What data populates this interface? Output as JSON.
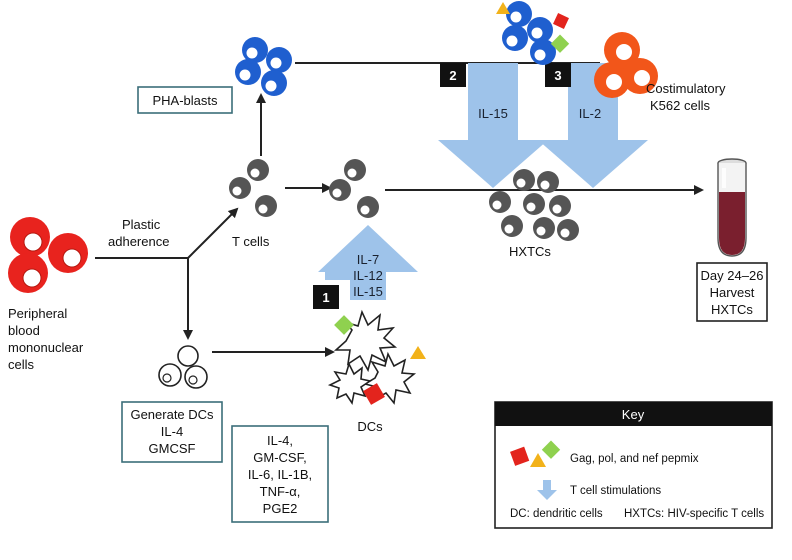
{
  "labels": {
    "pbmc": [
      "Peripheral",
      "blood",
      "mononuclear",
      "cells"
    ],
    "plastic": [
      "Plastic",
      "adherence"
    ],
    "t_cells": "T cells",
    "pha_blasts": "PHA-blasts",
    "dcs": "DCs",
    "hxtcs": "HXTCs",
    "costim": [
      "Costimulatory",
      "K562 cells"
    ],
    "harvest": [
      "Day 24–26",
      "Harvest",
      "HXTCs"
    ],
    "generate_dcs": [
      "Generate DCs",
      "IL-4",
      "GMCSF"
    ],
    "cytokines": [
      "IL-4,",
      "GM-CSF,",
      "IL-6, IL-1B,",
      "TNF-α,",
      "PGE2"
    ]
  },
  "steps": [
    {
      "number": "1",
      "cytokines": [
        "IL-7",
        "IL-12",
        "IL-15"
      ]
    },
    {
      "number": "2",
      "cytokines": [
        "IL-15"
      ]
    },
    {
      "number": "3",
      "cytokines": [
        "IL-2"
      ]
    }
  ],
  "key": {
    "title": "Key",
    "pepmix": "Gag, pol, and nef pepmix",
    "stim": "T cell stimulations",
    "dc": "DC: dendritic cells",
    "hxtc": "HXTCs: HIV-specific T cells"
  },
  "colors": {
    "red_cell": "#e8231e",
    "blue_cell": "#1f5fcf",
    "orange_cell": "#f2561a",
    "gray_cell": "#555555",
    "arrow_blue": "#9ec3ea",
    "pep_red": "#e3241d",
    "pep_yellow": "#f2b21a",
    "pep_green": "#8fd14f",
    "tube_fill": "#7a1f2e"
  }
}
